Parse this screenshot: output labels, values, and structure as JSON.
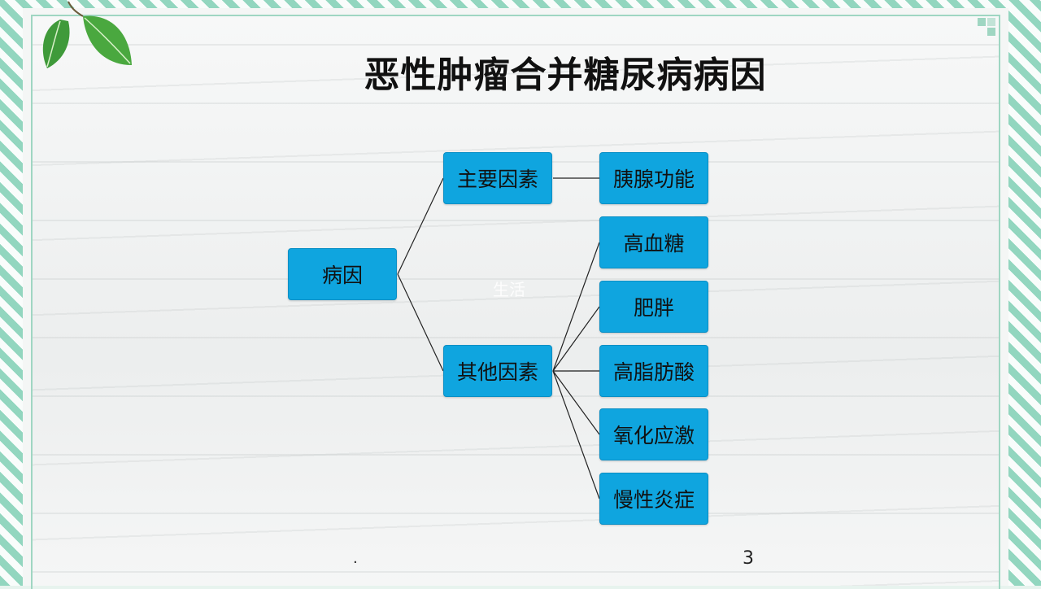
{
  "slide": {
    "title": "恶性肿瘤合并糖尿病病因",
    "watermark": "生活",
    "page_dot": ".",
    "page_number": "3"
  },
  "diagram": {
    "root": "病因",
    "branches": [
      {
        "label": "主要因素",
        "children": [
          "胰腺功能"
        ]
      },
      {
        "label": "其他因素",
        "children": [
          "高血糖",
          "肥胖",
          "高脂肪酸",
          "氧化应激",
          "慢性炎症"
        ]
      }
    ]
  },
  "colors": {
    "node_fill": "#0fa5df",
    "border_accent": "#9fd6c2",
    "leaf_green": "#3f9a3a"
  }
}
